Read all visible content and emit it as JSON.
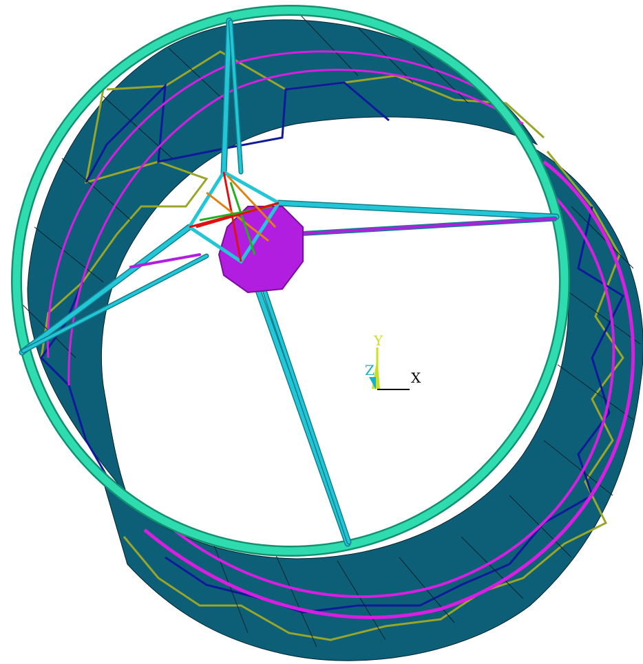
{
  "viewport": {
    "background": "#ffffff"
  },
  "colors": {
    "shell": "#0d5f78",
    "shell_dark": "#0a4d63",
    "mesh_line": "#06202a",
    "truss_yellow": "#9aa628",
    "truss_blue": "#0f1a9a",
    "ring_magenta": "#d81ee0",
    "rim": "#2fdcb0",
    "rim_edge": "#13906f",
    "strut": "#22c6d6",
    "strut_edge": "#0f7f8c",
    "hub_purple": "#b21ee0",
    "hub_red": "#e01010",
    "hub_orange": "#e08010",
    "hub_green": "#20b020"
  },
  "triad": {
    "y_label": "Y",
    "z_label": "Z",
    "x_label": "X",
    "y_color": "#c8e020",
    "z_color": "#1ab0c8",
    "x_color": "#000000"
  },
  "icons": {
    "axis_triad": "axis-triad-icon"
  }
}
